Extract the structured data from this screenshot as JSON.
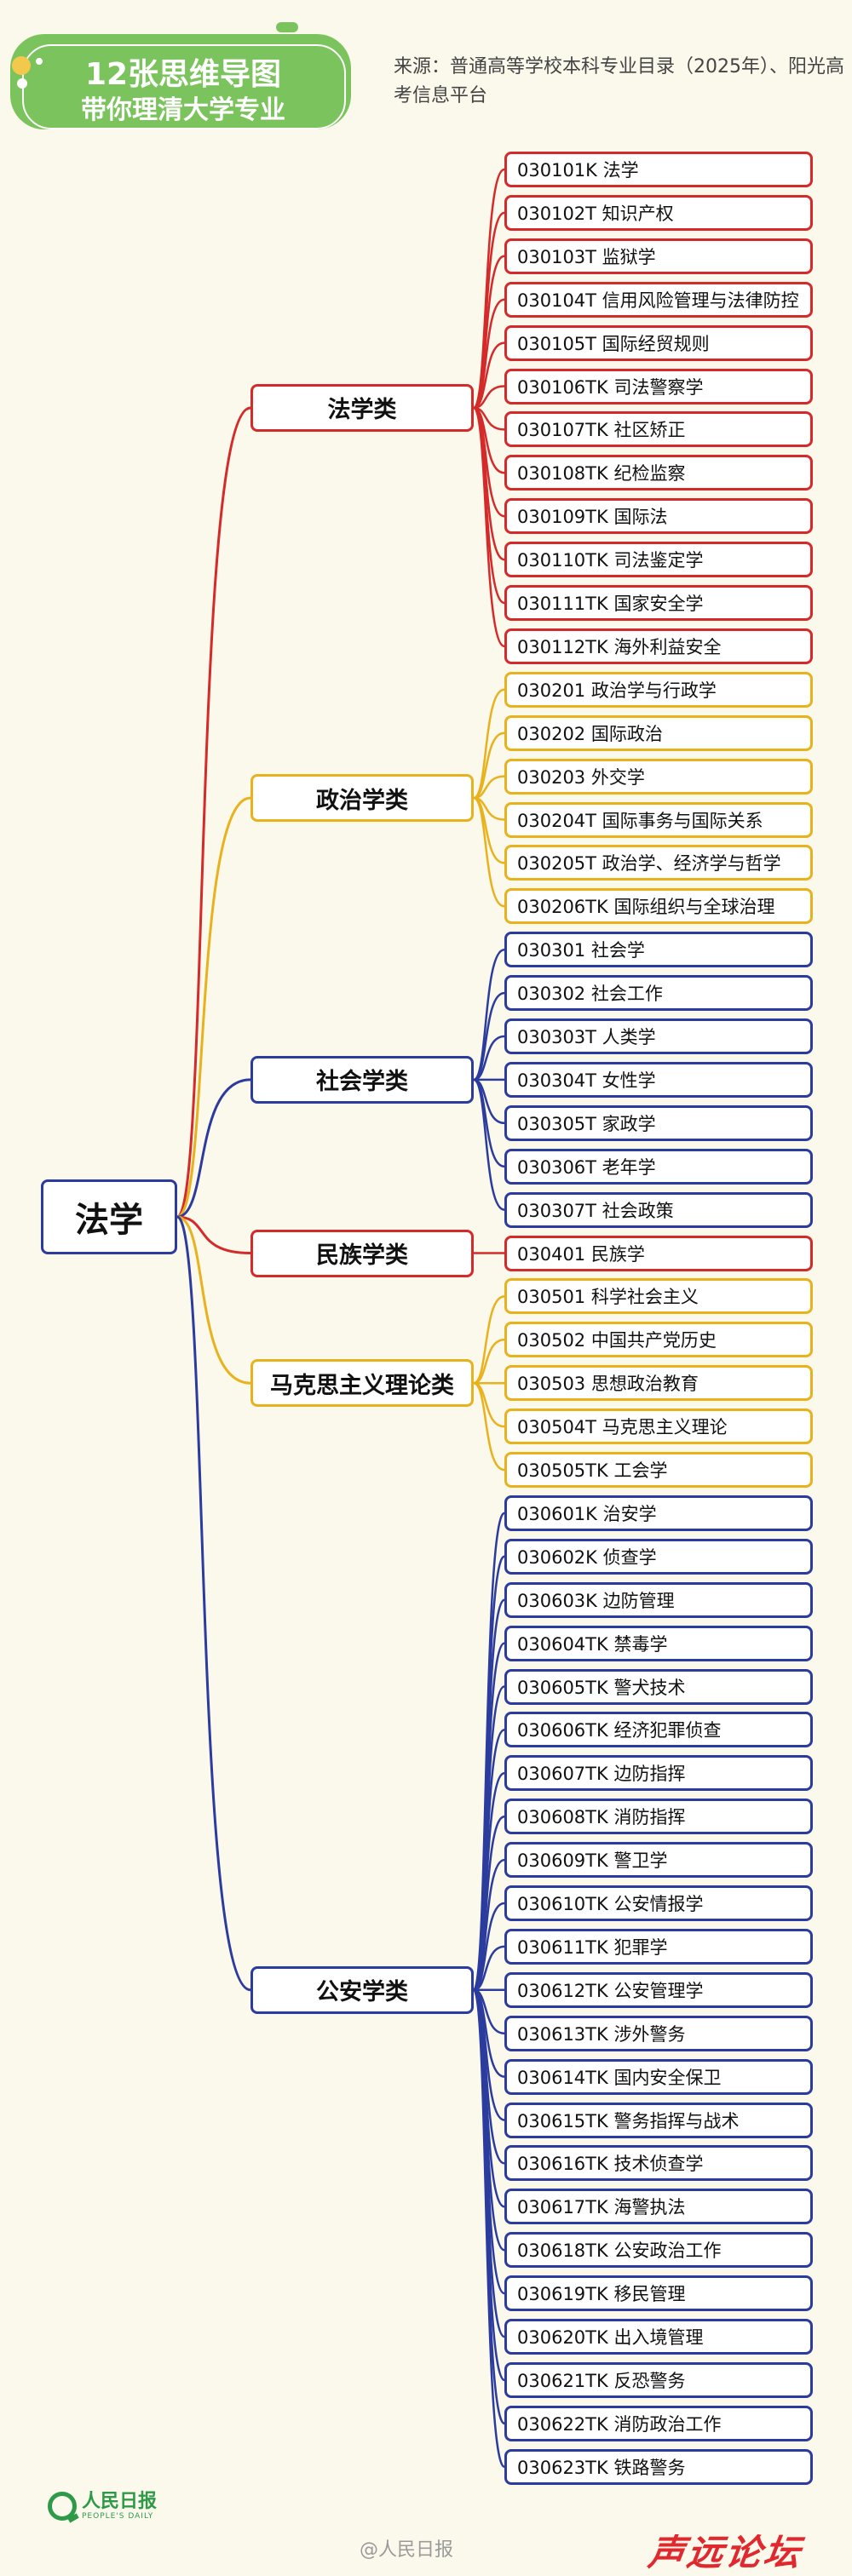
{
  "header": {
    "title": "12张思维导图",
    "subtitle": "带你理清大学专业",
    "source": "来源：普通高等学校本科专业目录（2025年）、阳光高考信息平台"
  },
  "colors": {
    "red": "#d42a2a",
    "yellow": "#e8b21c",
    "blue": "#2b3c9e",
    "badge_green": "#7bc35c",
    "background": "#fbf8ec"
  },
  "root": {
    "label": "法学",
    "color": "#2b3c9e"
  },
  "categories": [
    {
      "label": "法学类",
      "color": "#d42a2a",
      "items": [
        "030101K 法学",
        "030102T 知识产权",
        "030103T 监狱学",
        "030104T 信用风险管理与法律防控",
        "030105T 国际经贸规则",
        "030106TK 司法警察学",
        "030107TK 社区矫正",
        "030108TK 纪检监察",
        "030109TK 国际法",
        "030110TK 司法鉴定学",
        "030111TK 国家安全学",
        "030112TK 海外利益安全"
      ]
    },
    {
      "label": "政治学类",
      "color": "#e8b21c",
      "items": [
        "030201 政治学与行政学",
        "030202 国际政治",
        "030203 外交学",
        "030204T 国际事务与国际关系",
        "030205T 政治学、经济学与哲学",
        "030206TK 国际组织与全球治理"
      ]
    },
    {
      "label": "社会学类",
      "color": "#2b3c9e",
      "items": [
        "030301 社会学",
        "030302 社会工作",
        "030303T 人类学",
        "030304T 女性学",
        "030305T 家政学",
        "030306T 老年学",
        "030307T 社会政策"
      ]
    },
    {
      "label": "民族学类",
      "color": "#d42a2a",
      "items": [
        "030401 民族学"
      ]
    },
    {
      "label": "马克思主义理论类",
      "color": "#e8b21c",
      "items": [
        "030501 科学社会主义",
        "030502 中国共产党历史",
        "030503 思想政治教育",
        "030504T 马克思主义理论",
        "030505TK 工会学"
      ]
    },
    {
      "label": "公安学类",
      "color": "#2b3c9e",
      "items": [
        "030601K 治安学",
        "030602K 侦查学",
        "030603K 边防管理",
        "030604TK 禁毒学",
        "030605TK 警犬技术",
        "030606TK 经济犯罪侦查",
        "030607TK 边防指挥",
        "030608TK 消防指挥",
        "030609TK 警卫学",
        "030610TK 公安情报学",
        "030611TK 犯罪学",
        "030612TK 公安管理学",
        "030613TK 涉外警务",
        "030614TK 国内安全保卫",
        "030615TK 警务指挥与战术",
        "030616TK 技术侦查学",
        "030617TK 海警执法",
        "030618TK 公安政治工作",
        "030619TK 移民管理",
        "030620TK 出入境管理",
        "030621TK 反恐警务",
        "030622TK 消防政治工作",
        "030623TK 铁路警务"
      ]
    }
  ],
  "footer": {
    "logo_text": "人民日报",
    "logo_subtext": "PEOPLE'S DAILY",
    "weibo_watermark": "@人民日报",
    "site_watermark": "声远论坛"
  }
}
